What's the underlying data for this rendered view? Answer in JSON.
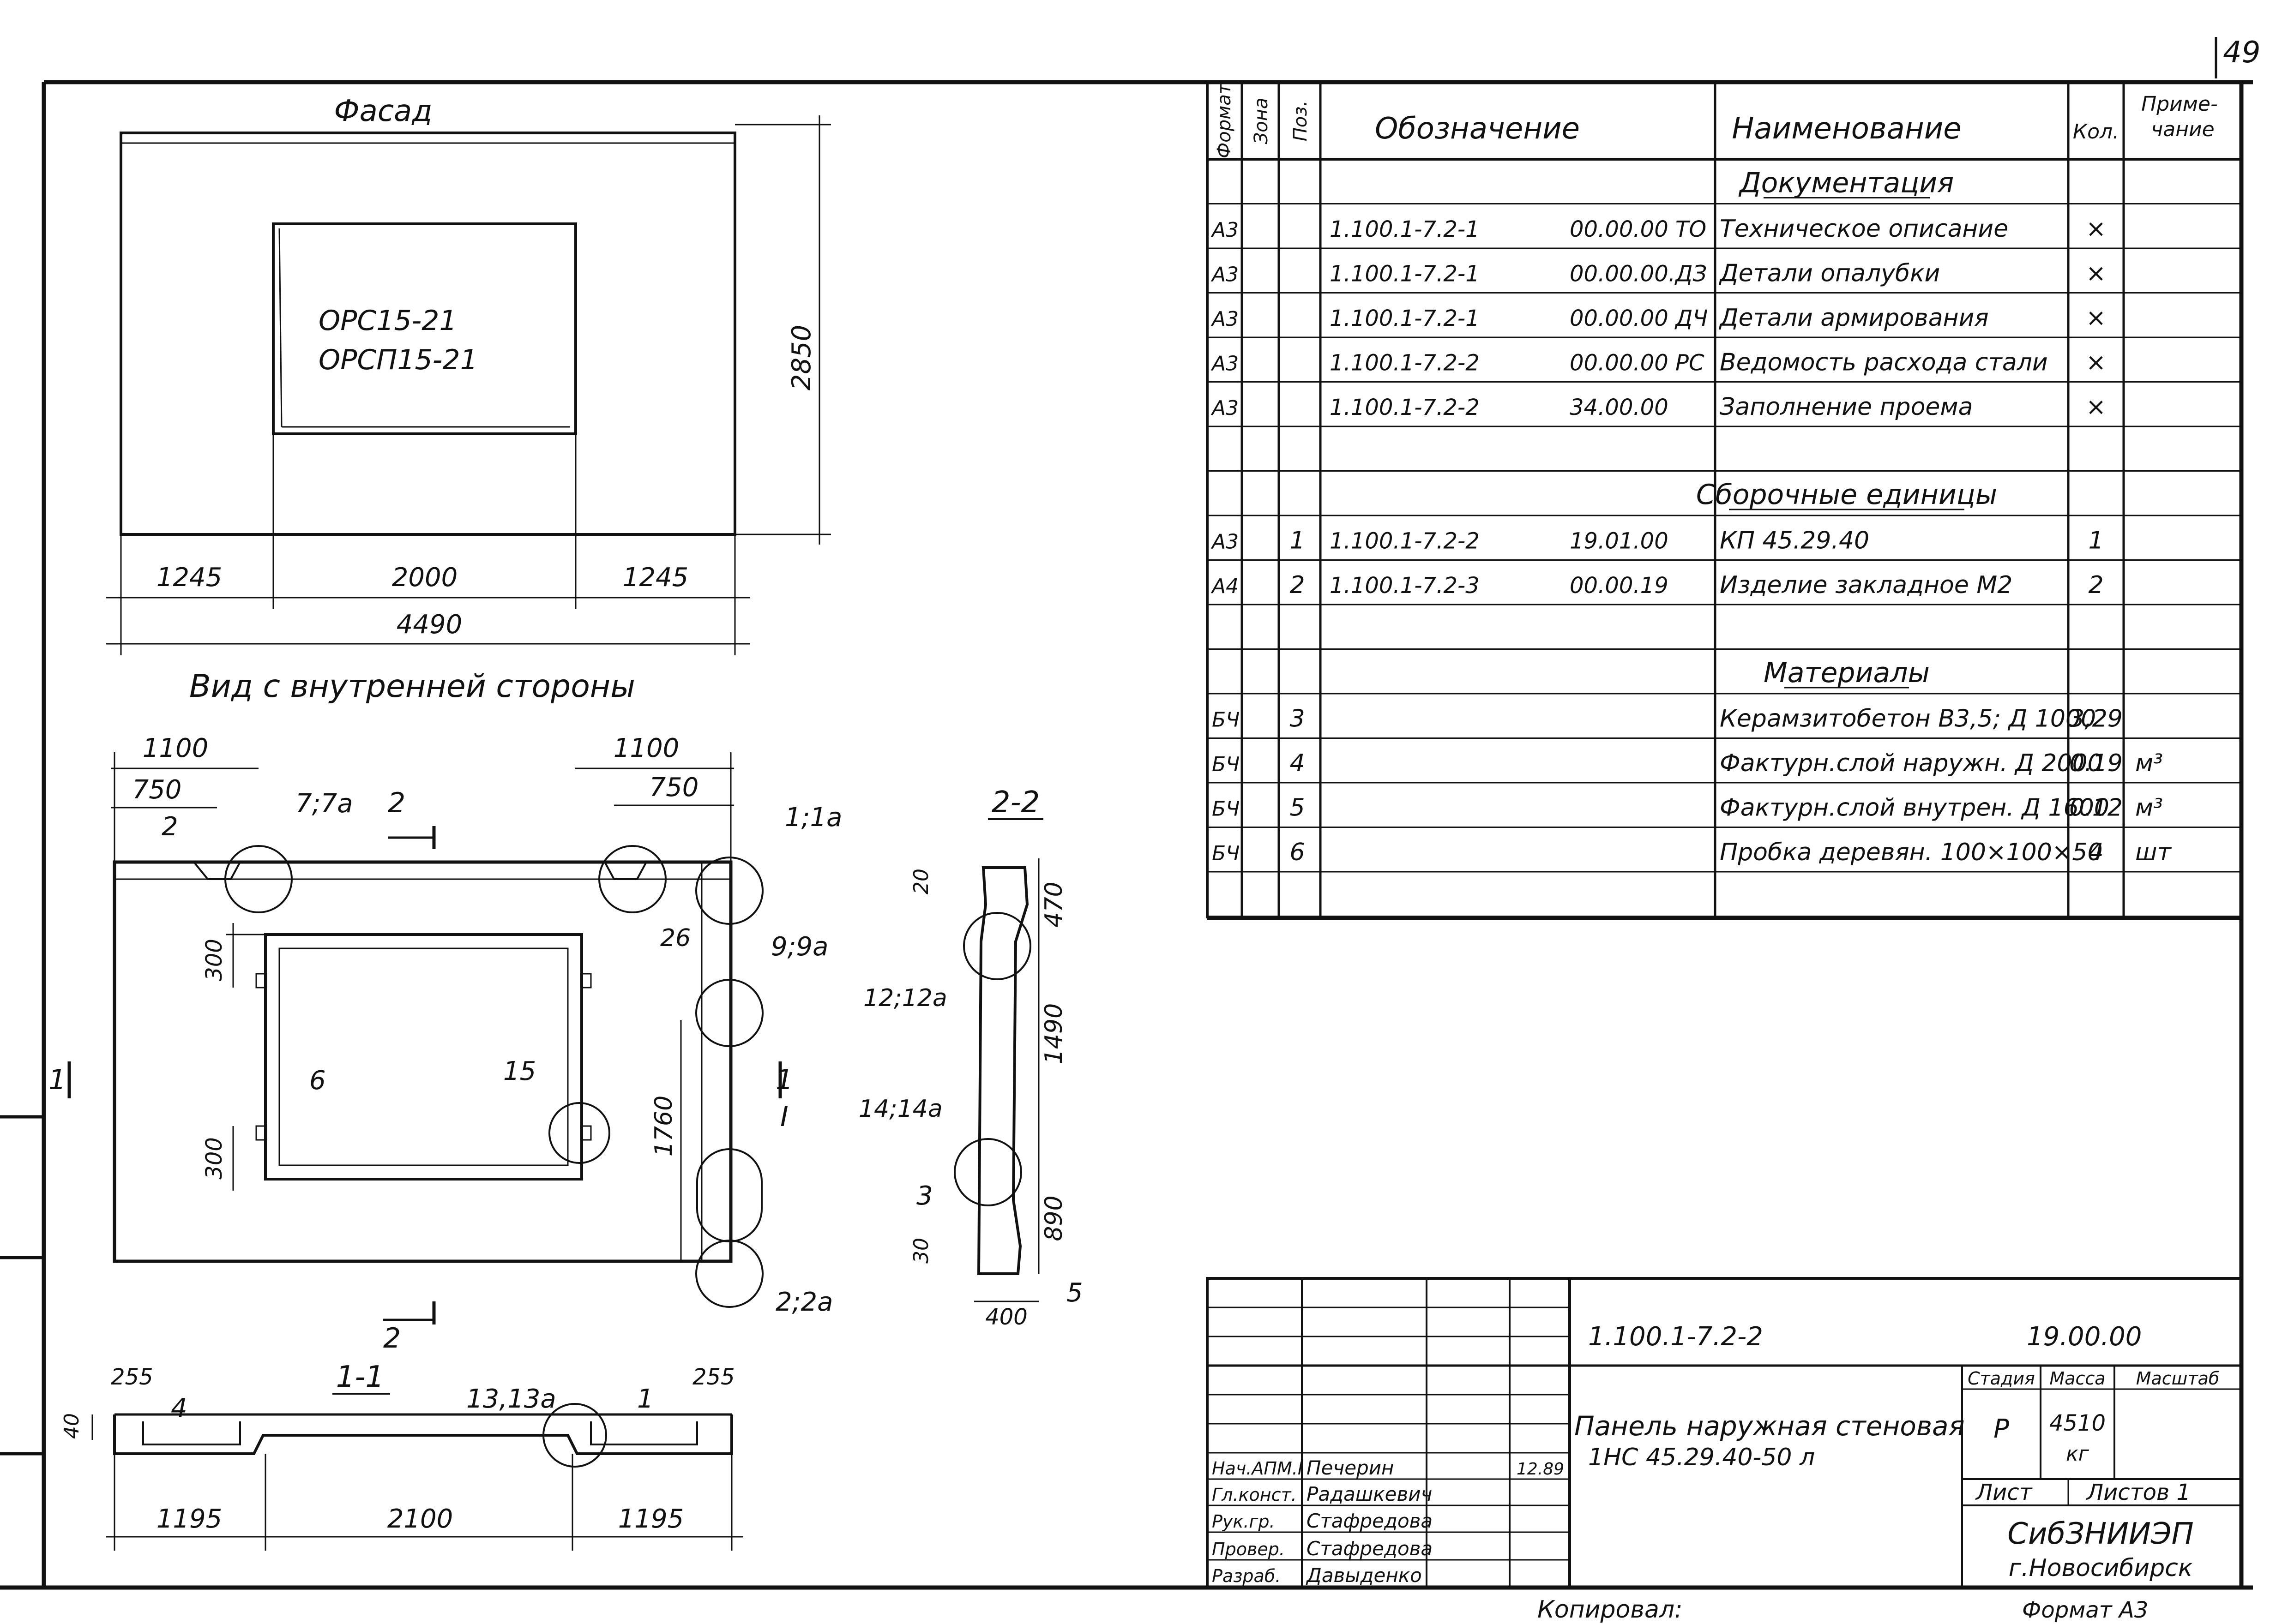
{
  "page_number": "49",
  "facade": {
    "title": "Фасад",
    "opening_line1": "ОРС15-21",
    "opening_line2": "ОРСП15-21",
    "dim_height": "2850",
    "dim_left": "1245",
    "dim_center": "2000",
    "dim_right": "1245",
    "dim_total": "4490"
  },
  "inner_view": {
    "title": "Вид с внутренней стороны",
    "dim_1100_left": "1100",
    "dim_750_left": "750",
    "dim_1100_right": "1100",
    "dim_750_right": "750",
    "dim_300_top": "300",
    "dim_300_bottom": "300",
    "dim_1760": "1760",
    "callout_2": "2",
    "callout_7": "7;7а",
    "callout_1": "1;1а",
    "callout_26": "26",
    "callout_9": "9;9а",
    "callout_6": "6",
    "callout_15": "15",
    "callout_I": "I",
    "callout_2a": "2;2а",
    "section_mark": "2",
    "section_1": "1"
  },
  "section_22": {
    "title": "2-2",
    "dim_20": "20",
    "dim_470": "470",
    "dim_1490": "1490",
    "dim_890": "890",
    "dim_30": "30",
    "dim_400": "400",
    "callout_12": "12;12а",
    "callout_14": "14;14а",
    "callout_3": "3",
    "callout_5": "5"
  },
  "section_11": {
    "title": "1-1",
    "dim_40": "40",
    "dim_255_left": "255",
    "dim_255_right": "255",
    "callout_4": "4",
    "callout_13": "13,13а",
    "callout_1": "1",
    "dim_1195_left": "1195",
    "dim_2100": "2100",
    "dim_1195_right": "1195"
  },
  "spec": {
    "headers": {
      "format": "Формат",
      "zone": "Зона",
      "pos": "Поз.",
      "designation": "Обозначение",
      "name": "Наименование",
      "qty": "Кол.",
      "note": "Приме-\nчание"
    },
    "rows": [
      {
        "format": "",
        "pos": "",
        "designation": "",
        "code": "",
        "name": "Документация",
        "qty": "",
        "note": "",
        "heading": true
      },
      {
        "format": "А3",
        "pos": "",
        "designation": "1.100.1-7.2-1",
        "code": "00.00.00 ТО",
        "name": "Техническое описание",
        "qty": "×",
        "note": ""
      },
      {
        "format": "А3",
        "pos": "",
        "designation": "1.100.1-7.2-1",
        "code": "00.00.00.ДЗ",
        "name": "Детали опалубки",
        "qty": "×",
        "note": ""
      },
      {
        "format": "А3",
        "pos": "",
        "designation": "1.100.1-7.2-1",
        "code": "00.00.00 ДЧ",
        "name": "Детали армирования",
        "qty": "×",
        "note": ""
      },
      {
        "format": "А3",
        "pos": "",
        "designation": "1.100.1-7.2-2",
        "code": "00.00.00 РС",
        "name": "Ведомость расхода стали",
        "qty": "×",
        "note": ""
      },
      {
        "format": "А3",
        "pos": "",
        "designation": "1.100.1-7.2-2",
        "code": "34.00.00",
        "name": "Заполнение проема",
        "qty": "×",
        "note": ""
      },
      {
        "format": "",
        "pos": "",
        "designation": "",
        "code": "",
        "name": "",
        "qty": "",
        "note": ""
      },
      {
        "format": "",
        "pos": "",
        "designation": "",
        "code": "",
        "name": "Сборочные единицы",
        "qty": "",
        "note": "",
        "heading": true
      },
      {
        "format": "А3",
        "pos": "1",
        "designation": "1.100.1-7.2-2",
        "code": "19.01.00",
        "name": "КП 45.29.40",
        "qty": "1",
        "note": ""
      },
      {
        "format": "А4",
        "pos": "2",
        "designation": "1.100.1-7.2-3",
        "code": "00.00.19",
        "name": "Изделие закладное М2",
        "qty": "2",
        "note": ""
      },
      {
        "format": "",
        "pos": "",
        "designation": "",
        "code": "",
        "name": "",
        "qty": "",
        "note": ""
      },
      {
        "format": "",
        "pos": "",
        "designation": "",
        "code": "",
        "name": "Материалы",
        "qty": "",
        "note": "",
        "heading": true
      },
      {
        "format": "БЧ",
        "pos": "3",
        "designation": "",
        "code": "",
        "name": "Керамзитобетон В3,5; Д 1000",
        "qty": "3,29",
        "note": ""
      },
      {
        "format": "БЧ",
        "pos": "4",
        "designation": "",
        "code": "",
        "name": "Фактурн.слой наружн. Д 2000",
        "qty": "0.19",
        "note": "м³"
      },
      {
        "format": "БЧ",
        "pos": "5",
        "designation": "",
        "code": "",
        "name": "Фактурн.слой внутрен. Д 1600",
        "qty": "0.12",
        "note": "м³"
      },
      {
        "format": "БЧ",
        "pos": "6",
        "designation": "",
        "code": "",
        "name": "Пробка деревян. 100×100×50",
        "qty": "4",
        "note": "шт"
      },
      {
        "format": "",
        "pos": "",
        "designation": "",
        "code": "",
        "name": "",
        "qty": "",
        "note": ""
      }
    ]
  },
  "title_block": {
    "doc_code": "1.100.1-7.2-2",
    "doc_num": "19.00.00",
    "title_line1": "Панель наружная стеновая",
    "title_line2": "1НС 45.29.40-50 л",
    "stage_label": "Стадия",
    "mass_label": "Масса",
    "scale_label": "Масштаб",
    "stage": "Р",
    "mass": "4510",
    "mass_unit": "кг",
    "sheet_label": "Лист",
    "sheets_label": "Листов 1",
    "org_line1": "СибЗНИИЭП",
    "org_line2": "г.Новосибирск",
    "date": "12.89",
    "roles": [
      "Нач.АПМ.I",
      "Гл.конст.",
      "Рук.гр.",
      "Провер.",
      "Разраб."
    ],
    "names": [
      "Печерин",
      "Радашкевич",
      "Стафредова",
      "Стафредова",
      "Давыденко"
    ]
  },
  "footer": {
    "copied": "Копировал:",
    "format": "Формат А3"
  }
}
